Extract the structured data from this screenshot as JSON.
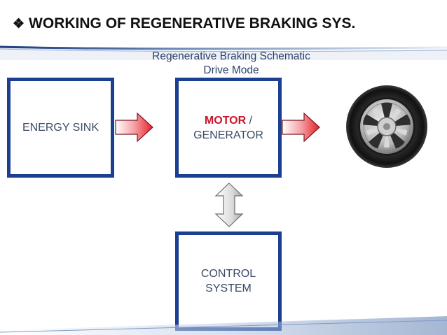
{
  "slide": {
    "bullet_icon": "four-diamond-bullet-icon",
    "title": "WORKING OF REGENERATIVE BRAKING SYS."
  },
  "diagram": {
    "title_line1": "Regenerative Braking Schematic",
    "title_line2": "Drive Mode",
    "energy_sink": "ENERGY SINK",
    "motor_word": "MOTOR",
    "motor_slash": " /",
    "generator_word": "GENERATOR",
    "control_line1": "CONTROL",
    "control_line2": "SYSTEM",
    "wheel_icon": "tire-icon"
  },
  "colors": {
    "box_border": "#1b3f91",
    "arrow_red": "#e8202a",
    "motor_red": "#c8152a",
    "text": "#3a4a66",
    "title_blue": "#2b3f6b"
  }
}
